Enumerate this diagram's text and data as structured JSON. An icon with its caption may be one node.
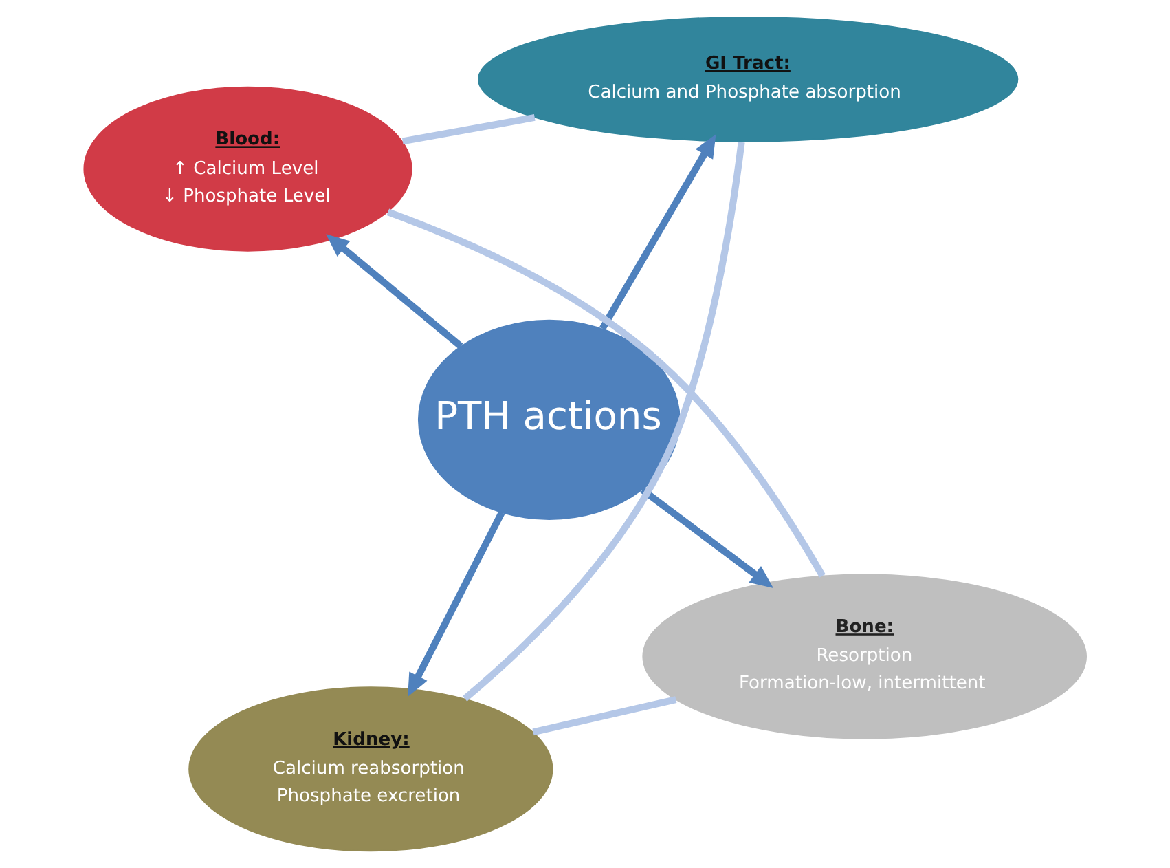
{
  "diagram": {
    "nodes": [
      {
        "text": [
          "PTH actions"
        ]
      },
      {
        "text": [
          "Bone:",
          "Resorption",
          "Formation-low, intermittent"
        ]
      },
      {
        "text": [
          "Kidney:",
          "Calcium reabsorption",
          "Phosphate excretion"
        ]
      },
      {
        "text": [
          "Blood:",
          "↑ Calcium Level",
          "↓ Phosphate Level"
        ]
      },
      {
        "text": [
          "GI Tract:",
          "Calcium and Phosphate absorption"
        ]
      }
    ],
    "edges": [
      {
        "from": 0,
        "to": 1,
        "arrow": "to",
        "color": "#4f81bd"
      },
      {
        "from": 0,
        "to": 2,
        "arrow": "to",
        "color": "#4f81bd"
      },
      {
        "from": 0,
        "to": 3,
        "arrow": "to",
        "color": "#4f81bd"
      },
      {
        "from": 0,
        "to": 4,
        "arrow": "to",
        "color": "#4f81bd"
      },
      {
        "from": 1,
        "to": 3,
        "arrow": "none",
        "color": "#b4c7e7"
      },
      {
        "from": 3,
        "to": 4,
        "arrow": "none",
        "color": "#b4c7e7"
      },
      {
        "from": 4,
        "to": 2,
        "arrow": "none",
        "color": "#b4c7e7"
      },
      {
        "from": 2,
        "to": 1,
        "arrow": "none",
        "color": "#b4c7e7"
      }
    ]
  }
}
